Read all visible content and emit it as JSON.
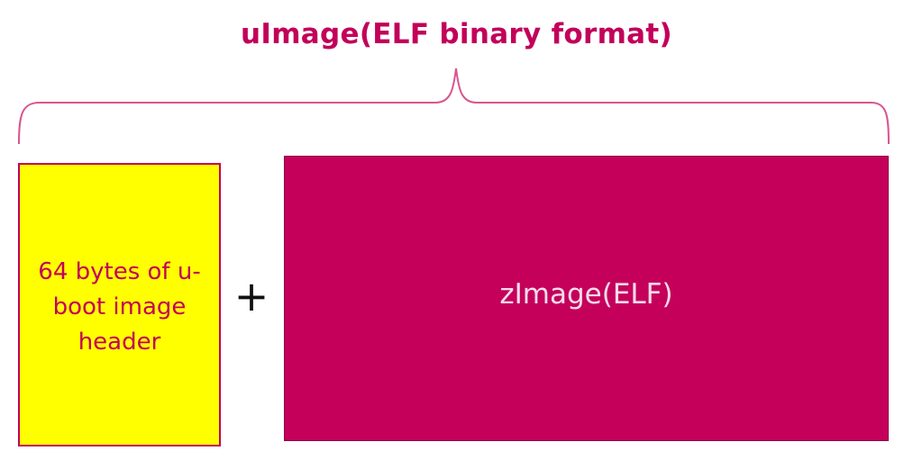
{
  "diagram": {
    "title": "uImage(ELF binary format)",
    "header_block": {
      "label": "64 bytes of u-boot image header"
    },
    "operator": "+",
    "payload_block": {
      "label": "zImage(ELF)"
    }
  },
  "colors": {
    "accent": "#C2005A",
    "header_fill": "#FFFF00",
    "payload_fill": "#C4005B",
    "payload_text": "#F5DCEB"
  }
}
